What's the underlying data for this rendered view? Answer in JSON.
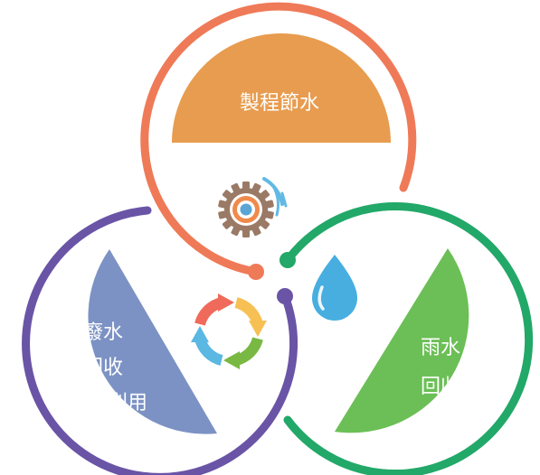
{
  "sections": {
    "process": {
      "label": "製程節水",
      "color": "#e89c4f",
      "ring_color": "#ef7a58"
    },
    "rain": {
      "line1": "雨水",
      "line2": "回收",
      "color": "#6bbf56",
      "ring_color": "#22a868"
    },
    "wastewater": {
      "line1": "廢水",
      "line2": "回收",
      "line3": "再利用",
      "color": "#7c92c4",
      "ring_color": "#6a54a6"
    }
  },
  "icons": {
    "center_top": "gear-water-icon",
    "center_right": "water-drop-icon",
    "center_left": "recycle-arrows-icon"
  },
  "colors": {
    "recycle": [
      "#ef6a5a",
      "#f7c054",
      "#79b843",
      "#5ab8e2"
    ],
    "drop": "#48aee0",
    "gear_outer": "#9a7a66",
    "gear_ring": "#f08a4c",
    "gear_core": "#5aa5d6",
    "gear_splash": "#61b9e4"
  }
}
